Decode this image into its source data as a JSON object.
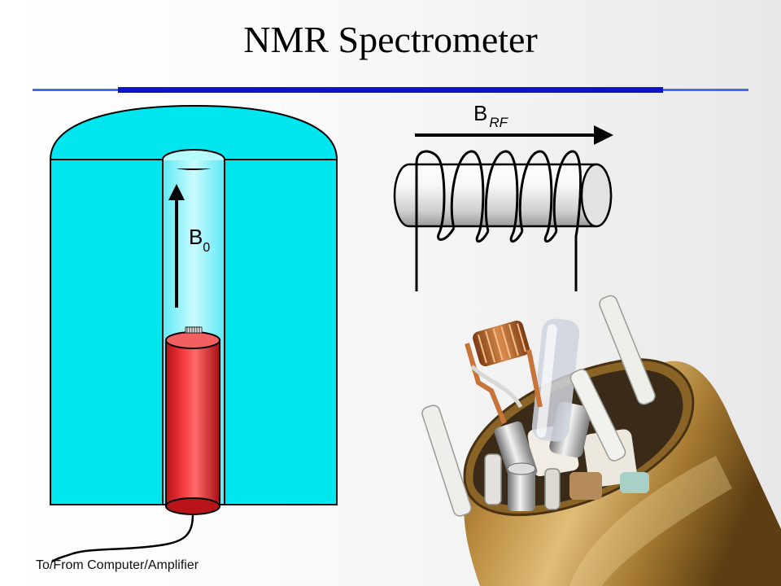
{
  "slide": {
    "title": "NMR Spectrometer"
  },
  "magnet_diagram": {
    "field_label": "B",
    "field_subscript": "0",
    "caption": "To/From Computer/Amplifier"
  },
  "coil_diagram": {
    "field_label": "B",
    "field_subscript": "RF"
  },
  "colors": {
    "magnet": "#00e6ee",
    "bore": "#8ff4fb",
    "probe": "#e5252a",
    "title_rule": "#0a14c8",
    "accent_rule": "#3f6fe8"
  },
  "icons": {
    "magnet": "superconducting-magnet-icon",
    "probe": "nmr-probe-icon",
    "coil": "rf-coil-icon",
    "photo": "probe-hardware-photo"
  }
}
